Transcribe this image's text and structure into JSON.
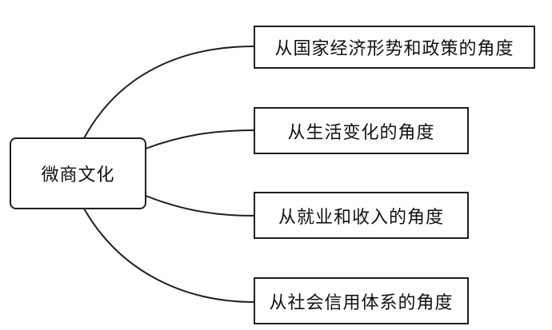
{
  "diagram": {
    "root": {
      "label": "微商文化"
    },
    "branches": [
      {
        "label": "从国家经济形势和政策的角度"
      },
      {
        "label": "从生活变化的角度"
      },
      {
        "label": "从就业和收入的角度"
      },
      {
        "label": "从社会信用体系的角度"
      }
    ]
  }
}
